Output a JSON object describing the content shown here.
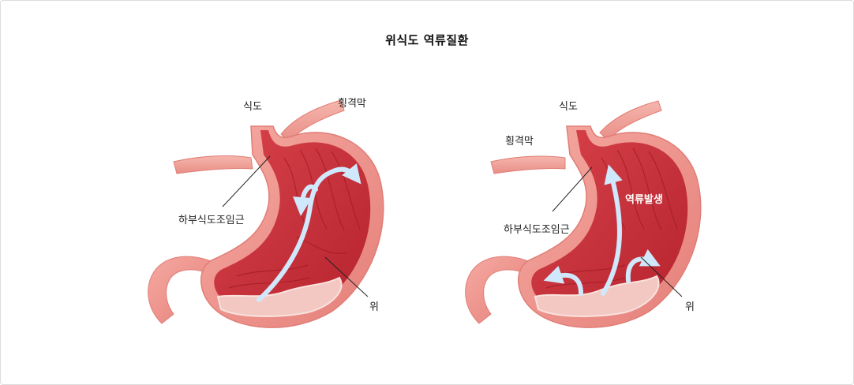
{
  "title": "위식도 역류질환",
  "left": {
    "esophagus": "식도",
    "diaphragm": "횡격막",
    "les": "하부식도조임근",
    "stomach": "위"
  },
  "right": {
    "esophagus": "식도",
    "diaphragm": "횡격막",
    "les": "하부식도조임근",
    "stomach": "위",
    "reflux": "역류발생"
  },
  "colors": {
    "stomach_outer": "#ee8f88",
    "stomach_inner": "#c8323a",
    "mucosa": "#a81f2b",
    "arrow": "#cfe8fb",
    "diaphragm": "#f2a79c"
  }
}
